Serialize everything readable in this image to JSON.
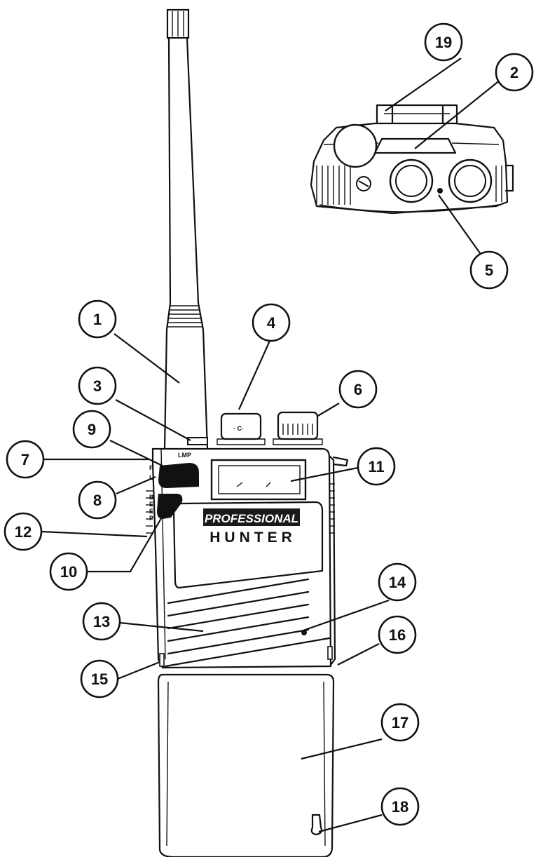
{
  "brand": {
    "line1": "PROFESSIONAL",
    "line2": "HUNTER"
  },
  "control_labels": {
    "lamp": "LMP",
    "pl_p": "P",
    "pl_l": "L",
    "beep": [
      "B",
      "E",
      "E",
      "P"
    ]
  },
  "callouts": [
    "1",
    "2",
    "3",
    "4",
    "5",
    "6",
    "7",
    "8",
    "9",
    "10",
    "11",
    "12",
    "13",
    "14",
    "15",
    "16",
    "17",
    "18",
    "19"
  ],
  "colors": {
    "ink": "#111111",
    "paper": "#ffffff",
    "band": "#1a1a1a"
  }
}
